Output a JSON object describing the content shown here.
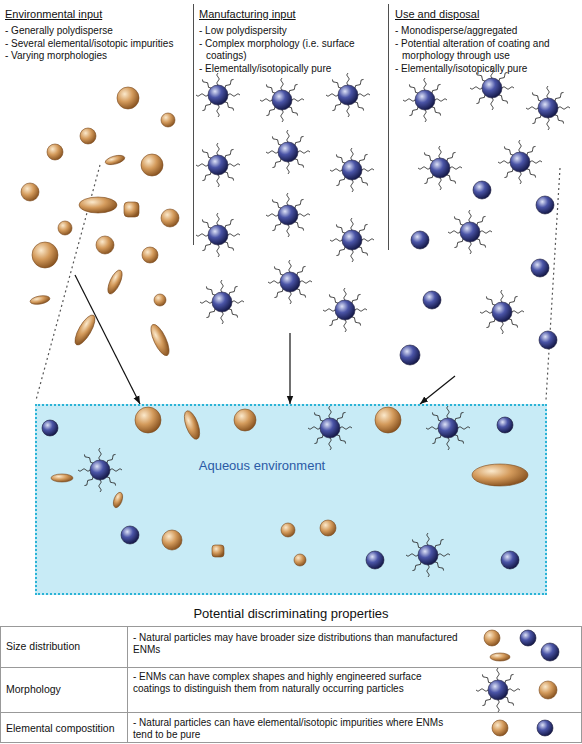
{
  "diagram": {
    "nodes": [
      {
        "text": [
          "Environmental input",
          "- Generally polydisperse",
          "- Several elemental/isotopic impurities",
          "- Varying morphologies"
        ]
      },
      {
        "text": [
          "Manufacturing input",
          "- Low polydispersity",
          "- Complex morphology (i.e. surface coatings)",
          "- Elementally/isotopically pure"
        ]
      },
      {
        "text": [
          "Use and disposal",
          "- Monodisperse/aggregated",
          "- Potential alteration of coating and morphology through use",
          "- Elementally/isotopically pure"
        ]
      },
      {
        "text": [
          "Aqueous environment"
        ]
      }
    ],
    "edges": [
      {
        "from": 0,
        "to": 3,
        "arrow": "to"
      },
      {
        "from": 1,
        "to": 3,
        "arrow": "to"
      },
      {
        "from": 2,
        "to": 3,
        "arrow": "to"
      }
    ],
    "labels": [
      "Potential discriminating properties",
      "Size distribution",
      "- Natural particles may have broader size distributions than manufactured ENMs",
      "Morphology",
      "- ENMs can have complex shapes and highly engineered surface coatings to distinguish them from naturally occurring particles",
      "Elemental compostition",
      "- Natural particles can have elemental/isotopic impurities where ENMs tend to be pure"
    ]
  }
}
